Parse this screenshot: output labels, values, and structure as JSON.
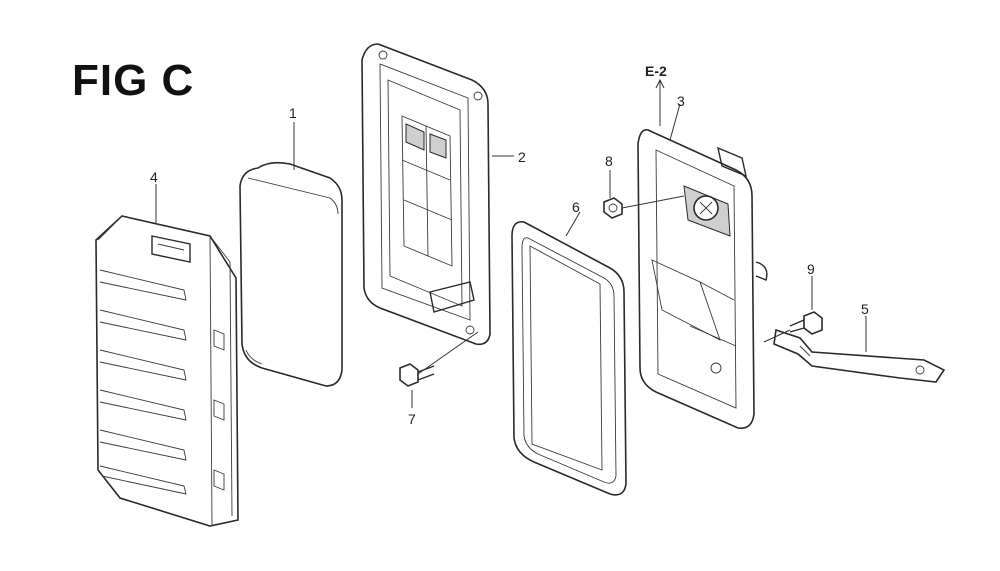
{
  "figure": {
    "title": "FIG C",
    "reference": "E-2"
  },
  "parts": [
    {
      "id": "1"
    },
    {
      "id": "2"
    },
    {
      "id": "3"
    },
    {
      "id": "4"
    },
    {
      "id": "5"
    },
    {
      "id": "6"
    },
    {
      "id": "7"
    },
    {
      "id": "8"
    },
    {
      "id": "9"
    }
  ]
}
